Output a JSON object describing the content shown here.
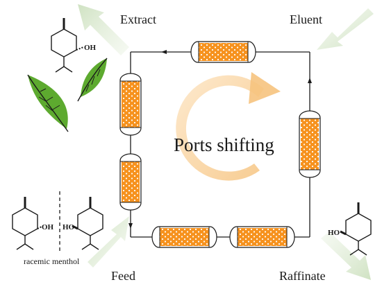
{
  "labels": {
    "extract": "Extract",
    "eluent": "Eluent",
    "feed": "Feed",
    "raffinate": "Raffinate",
    "center": "Ports shifting",
    "racemic": "racemic menthol"
  },
  "atoms": {
    "oh": "OH",
    "ho": "HO"
  },
  "colors": {
    "column_fill": "#f6921e",
    "port_arrow": "#d9e8cf",
    "cycle_arrow": "#f8cf9a",
    "leaf": "#5daa2f",
    "line": "#1a1a1a"
  }
}
